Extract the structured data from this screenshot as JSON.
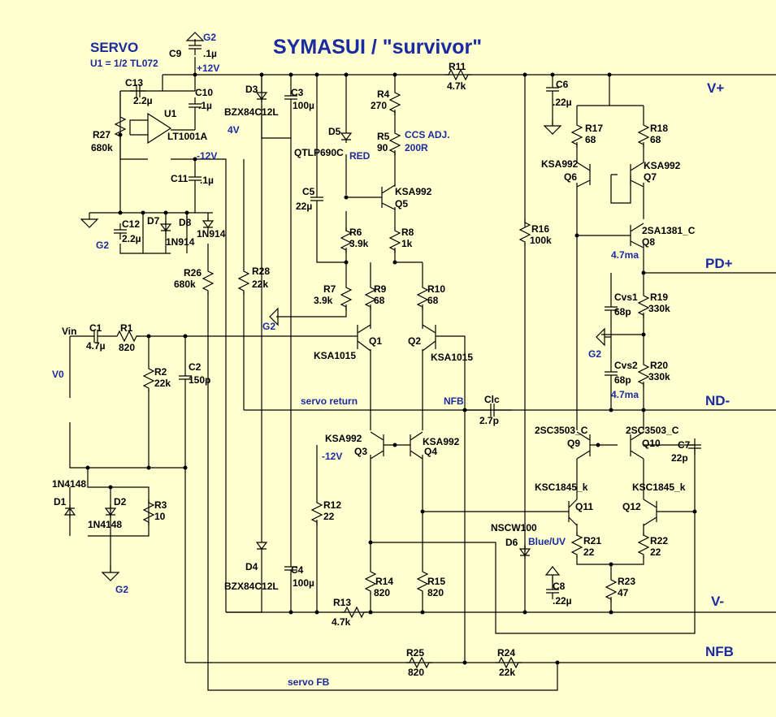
{
  "title": "SYMASUI / \"survivor\"",
  "servo": {
    "heading": "SERVO",
    "note": "U1 = 1/2 TL072"
  },
  "rails": {
    "vplus": "V+",
    "pdplus": "PD+",
    "ndminus": "ND-",
    "vminus": "V-",
    "nfb": "NFB"
  },
  "nets": {
    "g2": "G2",
    "plus12": "+12V",
    "minus12": "-12V",
    "v4": "4V",
    "vin": "Vin",
    "v0": "V0",
    "servo_return": "servo return",
    "nfb_small": "NFB",
    "servo_fb": "servo FB",
    "ccs_adj": "CCS ADJ.",
    "ccs_r": "200R",
    "red": "RED",
    "blueuv": "Blue/UV",
    "ma1": "4.7ma",
    "ma2": "4.7ma"
  },
  "parts": {
    "c9": "C9",
    "c9v": ".1µ",
    "c10": "C10",
    "c10v": ".1µ",
    "c11": "C11",
    "c11v": ".1µ",
    "c13": "C13",
    "c13v": "2.2µ",
    "c12": "C12",
    "c12v": "2.2µ",
    "u1": "U1",
    "u1v": "LT1001A",
    "r27": "R27",
    "r27v": "680k",
    "d7": "D7",
    "d7v": "1N914",
    "d8": "D8",
    "d8v": "1N914",
    "d3": "D3",
    "d3v": "BZX84C12L",
    "c3": "C3",
    "c3v": "100µ",
    "d5": "D5",
    "d5v": "QTLP690C",
    "c5": "C5",
    "c5v": "22µ",
    "r4": "R4",
    "r4v": "270",
    "r5": "R5",
    "r5v": "90",
    "q5": "KSA992",
    "q5n": "Q5",
    "r11": "R11",
    "r11v": "4.7k",
    "c6": "C6",
    "c6v": ".22µ",
    "r17": "R17",
    "r17v": "68",
    "r18": "R18",
    "r18v": "68",
    "q6": "KSA992",
    "q6n": "Q6",
    "q7": "KSA992",
    "q7n": "Q7",
    "q8": "2SA1381_C",
    "q8n": "Q8",
    "r16": "R16",
    "r16v": "100k",
    "r6": "R6",
    "r6v": "3.9k",
    "r8": "R8",
    "r8v": "1k",
    "r7": "R7",
    "r7v": "3.9k",
    "r26": "R26",
    "r26v": "680k",
    "r28": "R28",
    "r28v": "22k",
    "r9": "R9",
    "r9v": "68",
    "r10": "R10",
    "r10v": "68",
    "cvs1": "Cvs1",
    "cvs1v": "68p",
    "r19": "R19",
    "r19v": "330k",
    "cvs2": "Cvs2",
    "cvs2v": "68p",
    "r20": "R20",
    "r20v": "330k",
    "c1": "C1",
    "c1v": "4.7µ",
    "r1": "R1",
    "r1v": "820",
    "q1": "Q1",
    "q1v": "KSA1015",
    "q2": "Q2",
    "q2v": "KSA1015",
    "r2": "R2",
    "r2v": "22k",
    "c2": "C2",
    "c2v": "150p",
    "clc": "Clc",
    "clcv": "2.7p",
    "q3v": "KSA992",
    "q3": "Q3",
    "q4v": "KSA992",
    "q4": "Q4",
    "q9v": "2SC3503_C",
    "q9": "Q9",
    "q10v": "2SC3503_C",
    "q10": "Q10",
    "c7": "C7",
    "c7v": "22p",
    "d1n": "1N4148",
    "d1": "D1",
    "d2": "D2",
    "d2v": "1N4148",
    "r3": "R3",
    "r3v": "10",
    "r12": "R12",
    "r12v": "22",
    "q11v": "KSC1845_k",
    "q11": "Q11",
    "q12v": "KSC1845_k",
    "q12": "Q12",
    "d6v": "NSCW100",
    "d6": "D6",
    "r21": "R21",
    "r21v": "22",
    "r22": "R22",
    "r22v": "22",
    "d4": "D4",
    "d4v": "BZX84C12L",
    "c4": "C4",
    "c4v": "100µ",
    "r14": "R14",
    "r14v": "820",
    "r15": "R15",
    "r15v": "820",
    "c8": "C8",
    "c8v": ".22µ",
    "r23": "R23",
    "r23v": "47",
    "r13": "R13",
    "r13v": "4.7k",
    "r25": "R25",
    "r25v": "820",
    "r24": "R24",
    "r24v": "22k"
  }
}
